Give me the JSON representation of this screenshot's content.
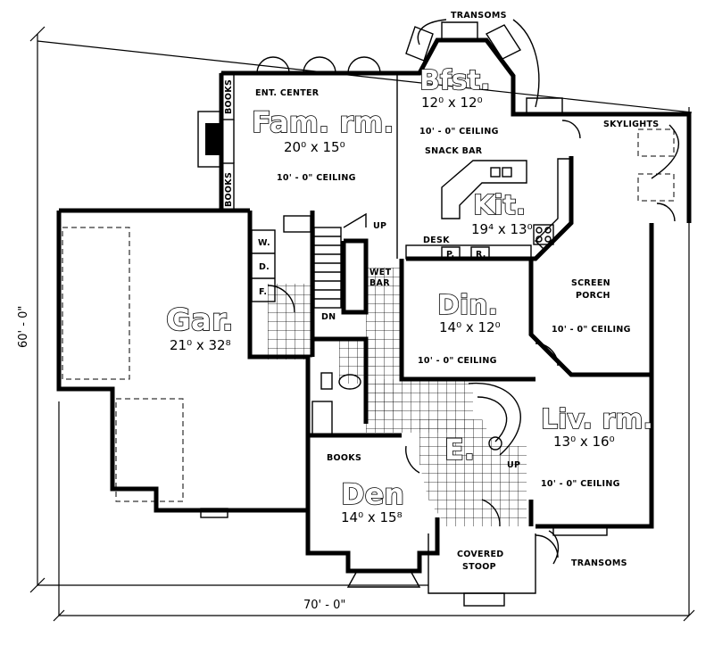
{
  "dimensions": {
    "width": "70' - 0\"",
    "depth": "60' - 0\""
  },
  "rooms": {
    "family": {
      "name": "Fam. rm.",
      "size": "20⁰ x 15⁰",
      "ceiling": "10' - 0\" CEILING"
    },
    "breakfast": {
      "name": "Bfst.",
      "size": "12⁰ x 12⁰",
      "ceiling": "10' - 0\" CEILING"
    },
    "kitchen": {
      "name": "Kit.",
      "size": "19⁴ x 13⁰"
    },
    "garage": {
      "name": "Gar.",
      "size": "21⁰ x 32⁸"
    },
    "dining": {
      "name": "Din.",
      "size": "14⁰ x 12⁰",
      "ceiling": "10' - 0\" CEILING"
    },
    "living": {
      "name": "Liv. rm.",
      "size": "13⁰ x 16⁰",
      "ceiling": "10' - 0\" CEILING"
    },
    "den": {
      "name": "Den",
      "size": "14⁰ x 15⁸"
    },
    "entry": {
      "name": "E."
    },
    "screen_porch": {
      "name": "SCREEN\nPORCH",
      "line1": "SCREEN",
      "line2": "PORCH",
      "ceiling": "10' - 0\" CEILING"
    },
    "stoop": {
      "line1": "COVERED",
      "line2": "STOOP"
    }
  },
  "labels": {
    "transoms_top": "TRANSOMS",
    "transoms_bottom": "TRANSOMS",
    "ent_center": "ENT. CENTER",
    "books_1": "BOOKS",
    "books_2": "BOOKS",
    "books_den": "BOOKS",
    "skylights": "SKYLIGHTS",
    "snack_bar": "SNACK BAR",
    "desk": "DESK",
    "wet_bar_1": "WET",
    "wet_bar_2": "BAR",
    "up_1": "UP",
    "up_2": "UP",
    "dn": "DN",
    "p": "P.",
    "r": "R.",
    "w": "W.",
    "d": "D.",
    "f": "F."
  }
}
